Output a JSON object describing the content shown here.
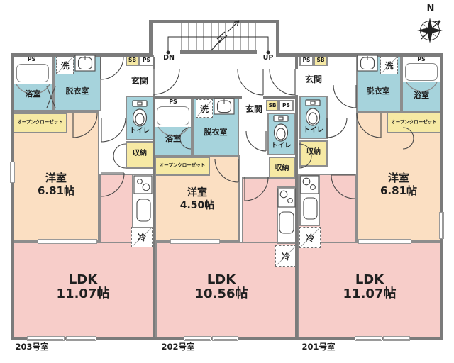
{
  "colors": {
    "wet_room_blue": "#a6d3dc",
    "storage_yellow": "#f6e9a4",
    "bedroom_peach": "#fbdfc2",
    "ldk_pink": "#f7cdc9",
    "wall_gray": "#7b7b7b"
  },
  "compass": {
    "north": "N"
  },
  "stairs": {
    "down": "DN",
    "up": "UP"
  },
  "shared": {
    "bath": "浴室",
    "dressing": "脱衣室",
    "laundry": "洗",
    "toilet": "トイレ",
    "storage": "収納",
    "open_closet": "オープンクローゼット",
    "entrance": "玄関",
    "western_room": "洋室",
    "ldk": "LDK",
    "fridge": "冷",
    "ps": "PS",
    "sb": "SB"
  },
  "units": {
    "u203": {
      "label": "203号室",
      "bedroom_size": "6.81帖",
      "ldk_size": "11.07帖"
    },
    "u202": {
      "label": "202号室",
      "bedroom_size": "4.50帖",
      "ldk_size": "10.56帖"
    },
    "u201": {
      "label": "201号室",
      "bedroom_size": "6.81帖",
      "ldk_size": "11.07帖"
    }
  }
}
